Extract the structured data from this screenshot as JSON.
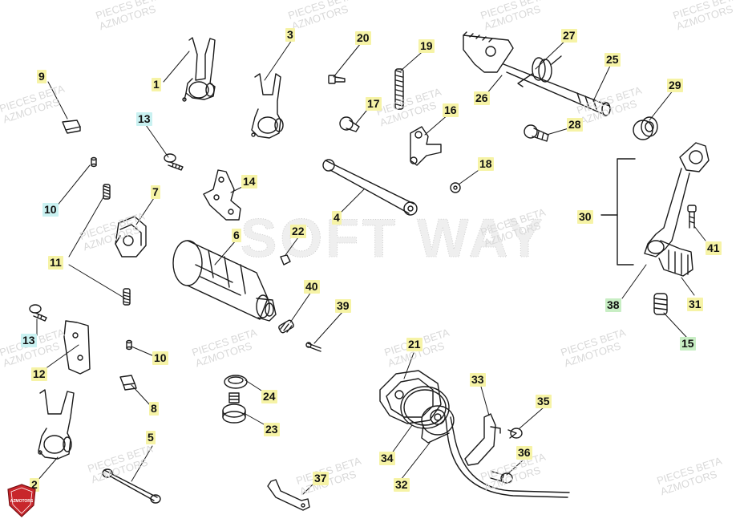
{
  "colors": {
    "line": "#1a1a1a",
    "label_yellow": "#f6f3a6",
    "label_cyan": "#c9f1f1",
    "label_green": "#c8eec4",
    "watermark": "#d9d9d9",
    "brand_red": "#c8262b"
  },
  "watermark": {
    "line1": "PIECES BETA",
    "line2": "AZMOTORS",
    "center": "SOFT WAY"
  },
  "brand_badge_text": "AZMOTORS",
  "callouts": [
    {
      "id": "1",
      "color": "yellow"
    },
    {
      "id": "3",
      "color": "yellow"
    },
    {
      "id": "20",
      "color": "yellow"
    },
    {
      "id": "19",
      "color": "yellow"
    },
    {
      "id": "27",
      "color": "yellow"
    },
    {
      "id": "25",
      "color": "yellow"
    },
    {
      "id": "9",
      "color": "yellow"
    },
    {
      "id": "17",
      "color": "yellow"
    },
    {
      "id": "16",
      "color": "yellow"
    },
    {
      "id": "26",
      "color": "yellow"
    },
    {
      "id": "28",
      "color": "yellow"
    },
    {
      "id": "29",
      "color": "yellow"
    },
    {
      "id": "13",
      "color": "cyan"
    },
    {
      "id": "18",
      "color": "yellow"
    },
    {
      "id": "14",
      "color": "yellow"
    },
    {
      "id": "7",
      "color": "yellow"
    },
    {
      "id": "10",
      "color": "cyan"
    },
    {
      "id": "4",
      "color": "yellow"
    },
    {
      "id": "30",
      "color": "yellow"
    },
    {
      "id": "41",
      "color": "yellow"
    },
    {
      "id": "22",
      "color": "yellow"
    },
    {
      "id": "6",
      "color": "yellow"
    },
    {
      "id": "11",
      "color": "yellow"
    },
    {
      "id": "40",
      "color": "yellow"
    },
    {
      "id": "39",
      "color": "yellow"
    },
    {
      "id": "38",
      "color": "green"
    },
    {
      "id": "31",
      "color": "yellow"
    },
    {
      "id": "13",
      "color": "cyan"
    },
    {
      "id": "10",
      "color": "yellow"
    },
    {
      "id": "15",
      "color": "green"
    },
    {
      "id": "21",
      "color": "yellow"
    },
    {
      "id": "12",
      "color": "yellow"
    },
    {
      "id": "33",
      "color": "yellow"
    },
    {
      "id": "24",
      "color": "yellow"
    },
    {
      "id": "8",
      "color": "yellow"
    },
    {
      "id": "35",
      "color": "yellow"
    },
    {
      "id": "23",
      "color": "yellow"
    },
    {
      "id": "5",
      "color": "yellow"
    },
    {
      "id": "34",
      "color": "yellow"
    },
    {
      "id": "36",
      "color": "yellow"
    },
    {
      "id": "2",
      "color": "yellow"
    },
    {
      "id": "37",
      "color": "yellow"
    },
    {
      "id": "32",
      "color": "yellow"
    }
  ]
}
